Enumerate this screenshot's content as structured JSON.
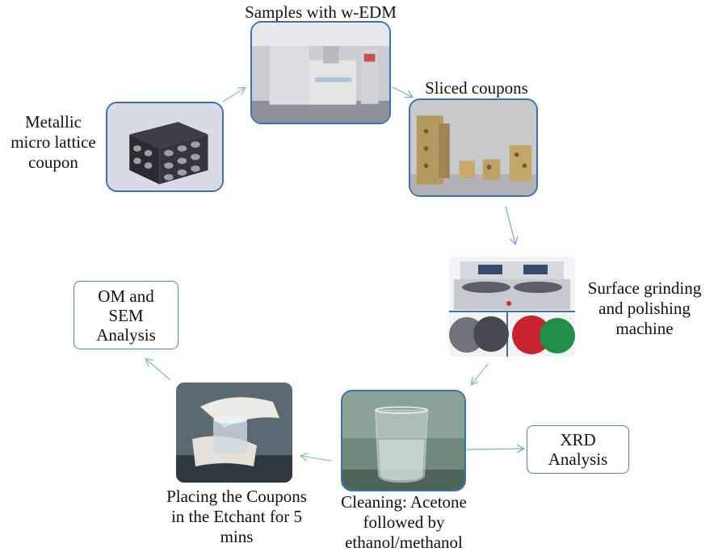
{
  "steps": {
    "lattice": {
      "label": "Metallic\nmicro lattice\ncoupon",
      "icon": "lattice-cube-photo"
    },
    "wedm": {
      "label": "Samples with w-EDM",
      "icon": "wire-edm-machine-photo"
    },
    "sliced": {
      "label": "Sliced coupons",
      "icon": "sliced-coupons-photo"
    },
    "grinding": {
      "label": "Surface grinding\nand polishing\nmachine",
      "icon": "grinding-polishing-machine-photo"
    },
    "cleaning": {
      "label": "Cleaning: Acetone\nfollowed by\nethanol/methanol",
      "icon": "beaker-photo"
    },
    "etchant": {
      "label": "Placing the Coupons\nin the Etchant for 5\nmins",
      "icon": "gloved-hands-etchant-photo"
    }
  },
  "analysis": {
    "om_sem": "OM and\nSEM\nAnalysis",
    "xrd": "XRD\nAnalysis"
  },
  "colors": {
    "photo_border": "#3e6fb0",
    "arrow_green": "#7fc79b",
    "arrow_blue": "#7ea6d6"
  }
}
